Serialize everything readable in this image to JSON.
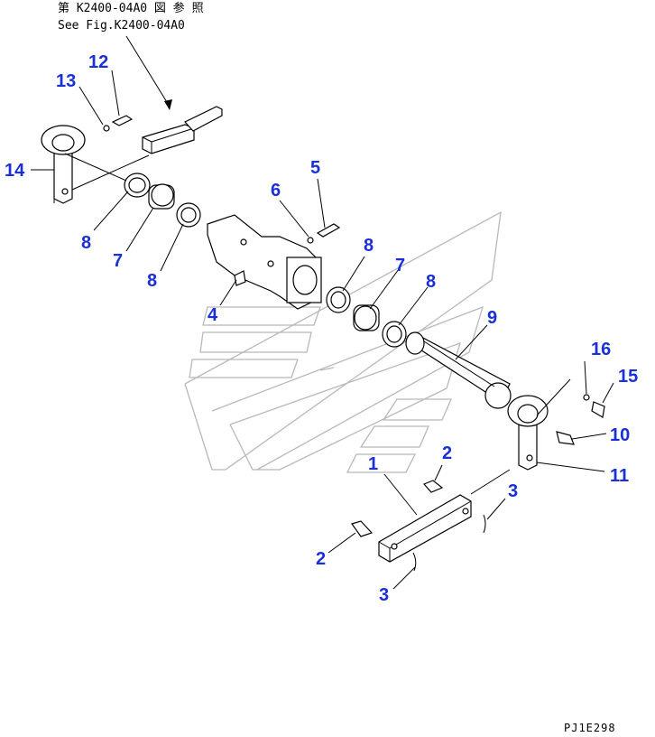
{
  "reference": {
    "line_jp": "第 K2400-04A0 図 参 照",
    "line_en": "See Fig.K2400-04A0"
  },
  "drawing_code": "PJ1E298",
  "callouts": {
    "c1": "1",
    "c2a": "2",
    "c2b": "2",
    "c3a": "3",
    "c3b": "3",
    "c4": "4",
    "c5": "5",
    "c6": "6",
    "c7a": "7",
    "c7b": "7",
    "c8a": "8",
    "c8b": "8",
    "c8c": "8",
    "c8d": "8",
    "c9": "9",
    "c10": "10",
    "c11": "11",
    "c12": "12",
    "c13": "13",
    "c14": "14",
    "c15": "15",
    "c16": "16"
  },
  "colors": {
    "callout": "#1a2fd6",
    "line": "#000000",
    "background_outline": "#b8b8b8"
  }
}
